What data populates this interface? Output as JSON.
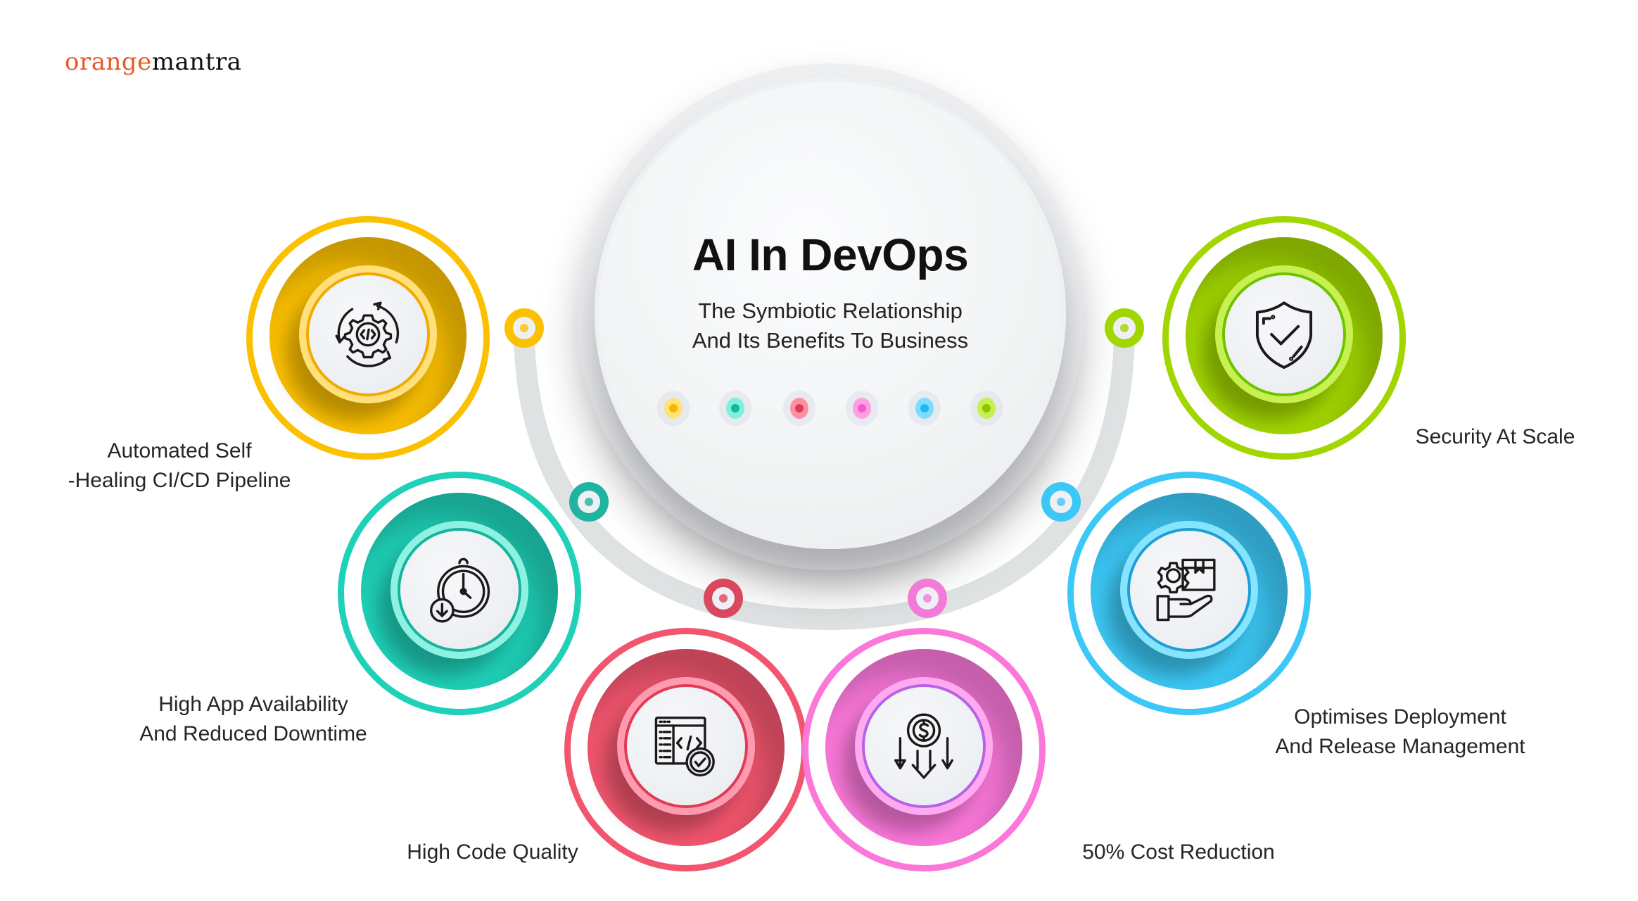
{
  "brand": {
    "logo_part1": "orange",
    "logo_part2": "mantra",
    "color_orange": "#e8572a",
    "color_dark": "#111111"
  },
  "hub": {
    "title": "AI In DevOps",
    "subtitle_line1": "The Symbiotic Relationship",
    "subtitle_line2": "And Its Benefits To Business",
    "dots": [
      {
        "color": "#ffe27a",
        "core": "#f5b800"
      },
      {
        "color": "#7ff0dc",
        "core": "#16b79e"
      },
      {
        "color": "#ff8fa3",
        "core": "#e23a52"
      },
      {
        "color": "#ff9fe2",
        "core": "#f25dcb"
      },
      {
        "color": "#7fdcff",
        "core": "#1fb8f0"
      },
      {
        "color": "#c7ef50",
        "core": "#8fc400"
      }
    ]
  },
  "benefits": [
    {
      "label_line1": "Automated Self",
      "label_line2": "-Healing CI/CD Pipeline",
      "icon": "gear-cycle-code-icon",
      "color": "#fbc000",
      "light": "#ffe07a",
      "dark": "#f2a900"
    },
    {
      "label_line1": "High App Availability",
      "label_line2": "And Reduced Downtime",
      "icon": "stopwatch-download-icon",
      "color": "#1fd1b8",
      "light": "#8ef2e2",
      "dark": "#17b39c"
    },
    {
      "label_line1": "High Code Quality",
      "label_line2": "",
      "icon": "code-window-check-icon",
      "color": "#f2566e",
      "light": "#ff9bb0",
      "dark": "#e23a52"
    },
    {
      "label_line1": "50% Cost Reduction",
      "label_line2": "",
      "icon": "dollar-down-arrows-icon",
      "color": "#fb78da",
      "light": "#ffaaf0",
      "dark": "#b562e8"
    },
    {
      "label_line1": "Optimises Deployment",
      "label_line2": "And Release Management",
      "icon": "gear-box-hand-icon",
      "color": "#3cc8f6",
      "light": "#86e4ff",
      "dark": "#1b9fd4"
    },
    {
      "label_line1": "Security At Scale",
      "label_line2": "",
      "icon": "shield-check-icon",
      "color": "#a2d600",
      "light": "#c8f050",
      "dark": "#6cc400"
    }
  ]
}
